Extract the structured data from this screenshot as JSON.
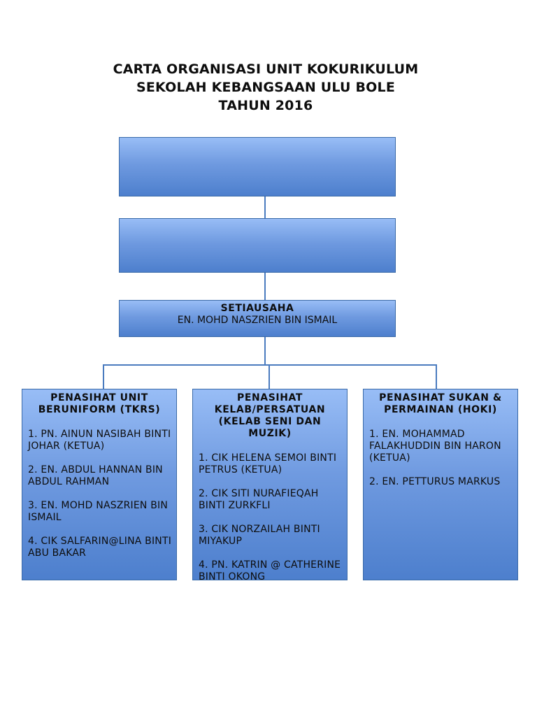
{
  "title": {
    "line1": "CARTA ORGANISASI UNIT KOKURIKULUM",
    "line2": "SEKOLAH KEBANGSAAN ULU BOLE",
    "line3": "TAHUN 2016"
  },
  "top_box": {
    "text": ""
  },
  "second_box": {
    "text": ""
  },
  "secretary": {
    "role": "SETIAUSAHA",
    "name": "EN. MOHD NASZRIEN BIN ISMAIL"
  },
  "columns": [
    {
      "title": "PENASIHAT UNIT BERUNIFORM (TKRS)",
      "members": [
        "1. PN. AINUN NASIBAH BINTI JOHAR (KETUA)",
        "2. EN. ABDUL HANNAN BIN ABDUL RAHMAN",
        "3. EN. MOHD NASZRIEN BIN ISMAIL",
        "4. CIK SALFARIN@LINA BINTI ABU BAKAR"
      ]
    },
    {
      "title": "PENASIHAT KELAB/PERSATUAN (KELAB SENI DAN MUZIK)",
      "members": [
        "1. CIK HELENA SEMOI BINTI PETRUS (KETUA)",
        "2. CIK SITI NURAFIEQAH BINTI ZURKFLI",
        "3. CIK NORZAILAH BINTI MIYAKUP",
        "4. PN. KATRIN @ CATHERINE BINTI OKONG"
      ]
    },
    {
      "title": "PENASIHAT SUKAN & PERMAINAN (HOKI)",
      "members": [
        "1. EN. MOHAMMAD FALAKHUDDIN BIN HARON (KETUA)",
        "2. EN. PETTURUS MARKUS"
      ]
    }
  ]
}
